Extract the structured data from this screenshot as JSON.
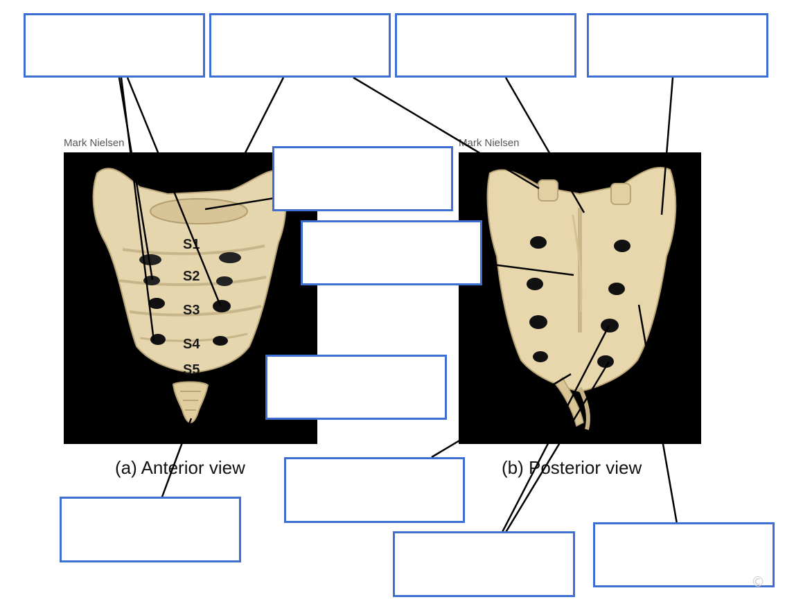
{
  "credits": {
    "left": "Mark Nielsen",
    "right": "Mark Nielsen"
  },
  "captions": {
    "anterior": "(a) Anterior view",
    "posterior": "(b) Posterior view"
  },
  "vertebra_labels": [
    "S1",
    "S2",
    "S3",
    "S4",
    "S5"
  ],
  "copyright_symbol": "©",
  "colors": {
    "box_border": "#3d6fd3",
    "bone": "#e8d9b4",
    "photo_bg": "#000000",
    "leader": "#000000"
  }
}
